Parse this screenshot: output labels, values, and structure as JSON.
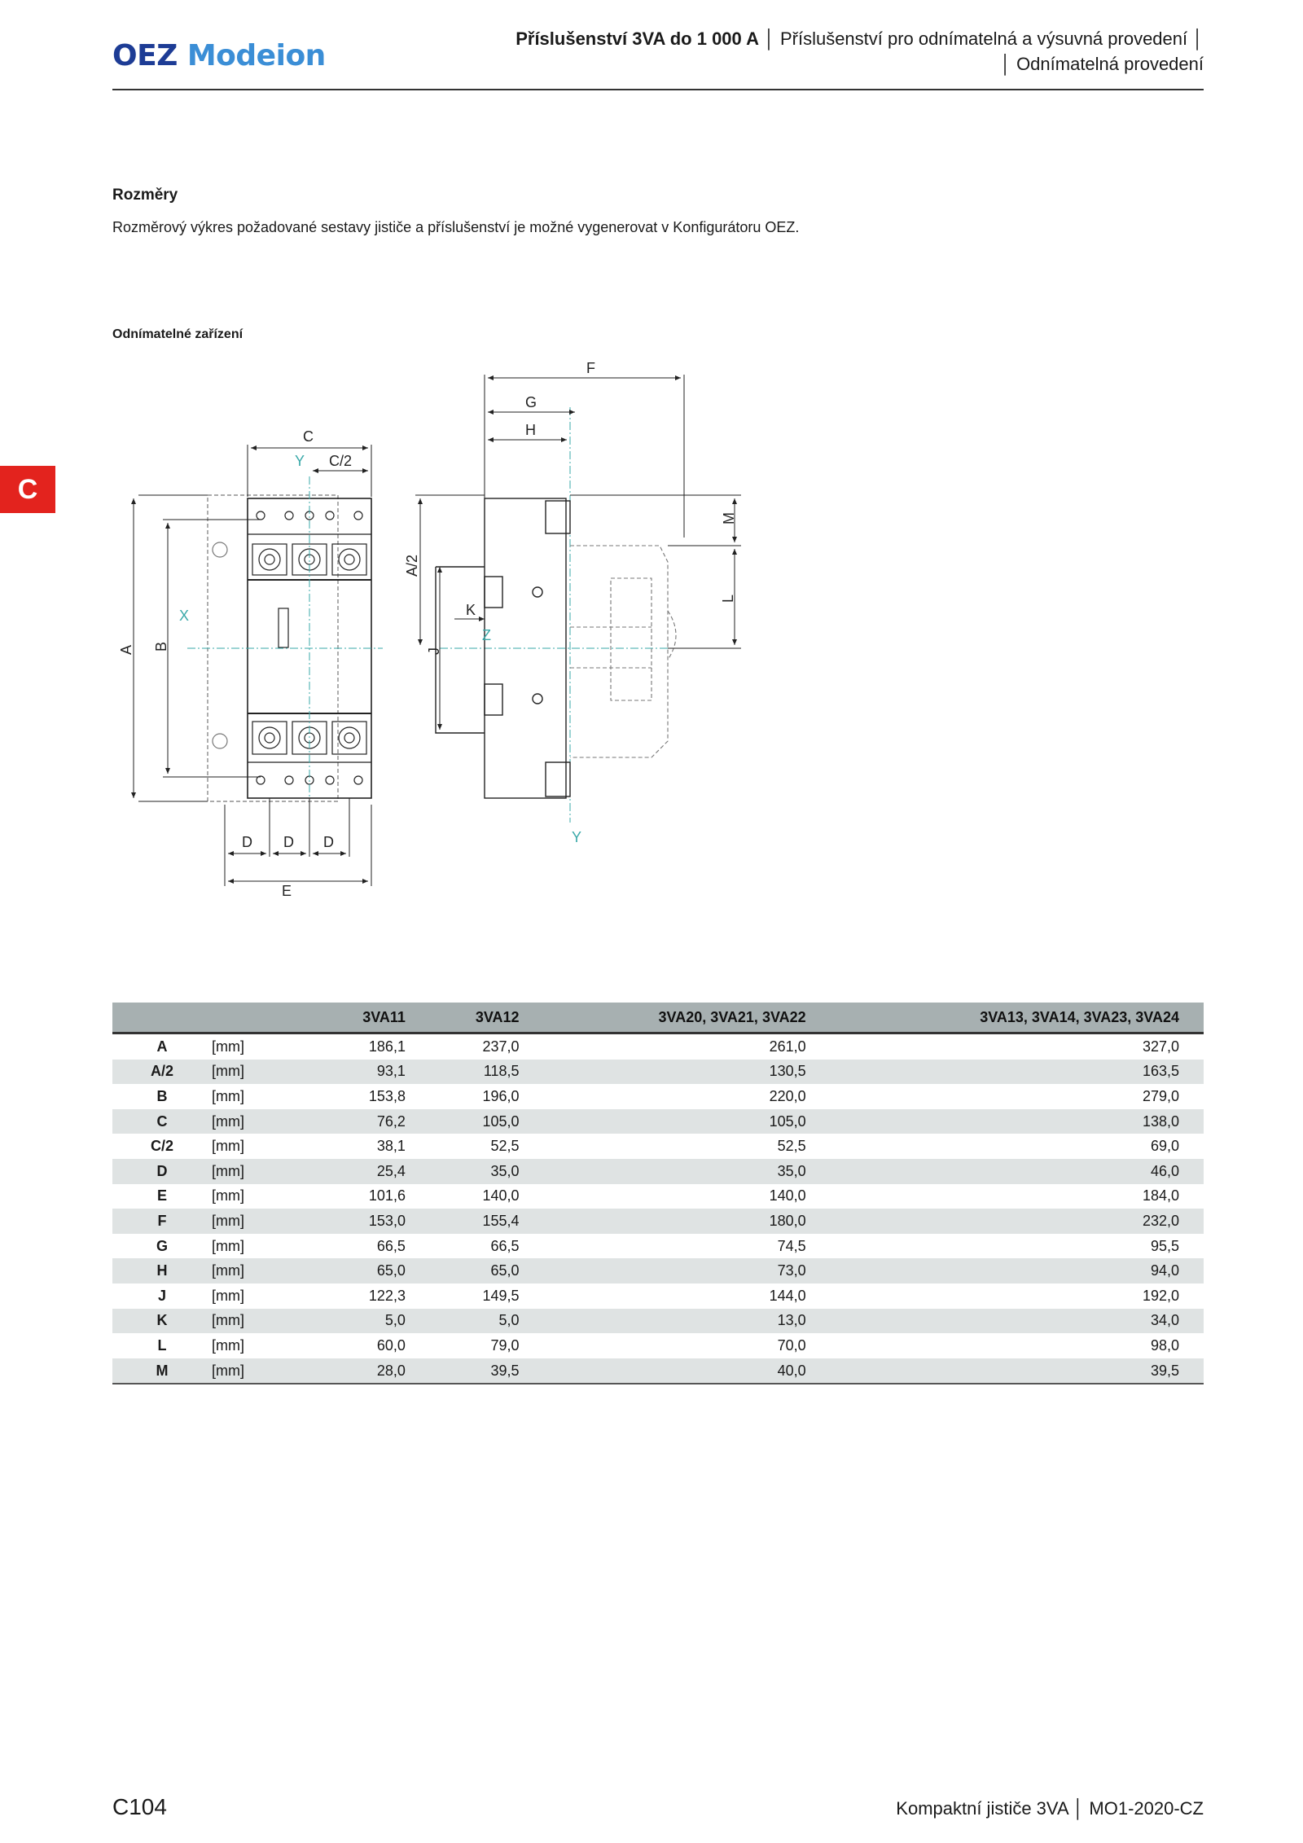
{
  "header": {
    "logo_brand": "OEZ",
    "logo_product": "Modeion",
    "line1_bold": "Příslušenství 3VA do 1 000 A",
    "line1_rest": "│ Příslušenství pro odnímatelná a výsuvná provedení │",
    "line2": "│ Odnímatelná provedení"
  },
  "side_tab": "C",
  "section": {
    "title": "Rozměry",
    "text": "Rozměrový výkres požadované sestavy jističe a příslušenství je možné vygenerovat v Konfigurátoru OEZ.",
    "subtitle": "Odnímatelné zařízení"
  },
  "drawing_labels": {
    "A": "A",
    "A2": "A/2",
    "B": "B",
    "C": "C",
    "C2": "C/2",
    "D": "D",
    "E": "E",
    "F": "F",
    "G": "G",
    "H": "H",
    "J": "J",
    "K": "K",
    "L": "L",
    "M": "M",
    "X": "X",
    "Y": "Y",
    "Z": "Z"
  },
  "table": {
    "columns": [
      "",
      "",
      "3VA11",
      "3VA12",
      "3VA20, 3VA21, 3VA22",
      "3VA13, 3VA14, 3VA23, 3VA24"
    ],
    "rows": [
      {
        "dim": "A",
        "unit": "[mm]",
        "v": [
          "186,1",
          "237,0",
          "261,0",
          "327,0"
        ]
      },
      {
        "dim": "A/2",
        "unit": "[mm]",
        "v": [
          "93,1",
          "118,5",
          "130,5",
          "163,5"
        ]
      },
      {
        "dim": "B",
        "unit": "[mm]",
        "v": [
          "153,8",
          "196,0",
          "220,0",
          "279,0"
        ]
      },
      {
        "dim": "C",
        "unit": "[mm]",
        "v": [
          "76,2",
          "105,0",
          "105,0",
          "138,0"
        ]
      },
      {
        "dim": "C/2",
        "unit": "[mm]",
        "v": [
          "38,1",
          "52,5",
          "52,5",
          "69,0"
        ]
      },
      {
        "dim": "D",
        "unit": "[mm]",
        "v": [
          "25,4",
          "35,0",
          "35,0",
          "46,0"
        ]
      },
      {
        "dim": "E",
        "unit": "[mm]",
        "v": [
          "101,6",
          "140,0",
          "140,0",
          "184,0"
        ]
      },
      {
        "dim": "F",
        "unit": "[mm]",
        "v": [
          "153,0",
          "155,4",
          "180,0",
          "232,0"
        ]
      },
      {
        "dim": "G",
        "unit": "[mm]",
        "v": [
          "66,5",
          "66,5",
          "74,5",
          "95,5"
        ]
      },
      {
        "dim": "H",
        "unit": "[mm]",
        "v": [
          "65,0",
          "65,0",
          "73,0",
          "94,0"
        ]
      },
      {
        "dim": "J",
        "unit": "[mm]",
        "v": [
          "122,3",
          "149,5",
          "144,0",
          "192,0"
        ]
      },
      {
        "dim": "K",
        "unit": "[mm]",
        "v": [
          "5,0",
          "5,0",
          "13,0",
          "34,0"
        ]
      },
      {
        "dim": "L",
        "unit": "[mm]",
        "v": [
          "60,0",
          "79,0",
          "70,0",
          "98,0"
        ]
      },
      {
        "dim": "M",
        "unit": "[mm]",
        "v": [
          "28,0",
          "39,5",
          "40,0",
          "39,5"
        ]
      }
    ]
  },
  "footer": {
    "page_number": "C104",
    "right": "Kompaktní jističe 3VA │ MO1-2020-CZ"
  }
}
